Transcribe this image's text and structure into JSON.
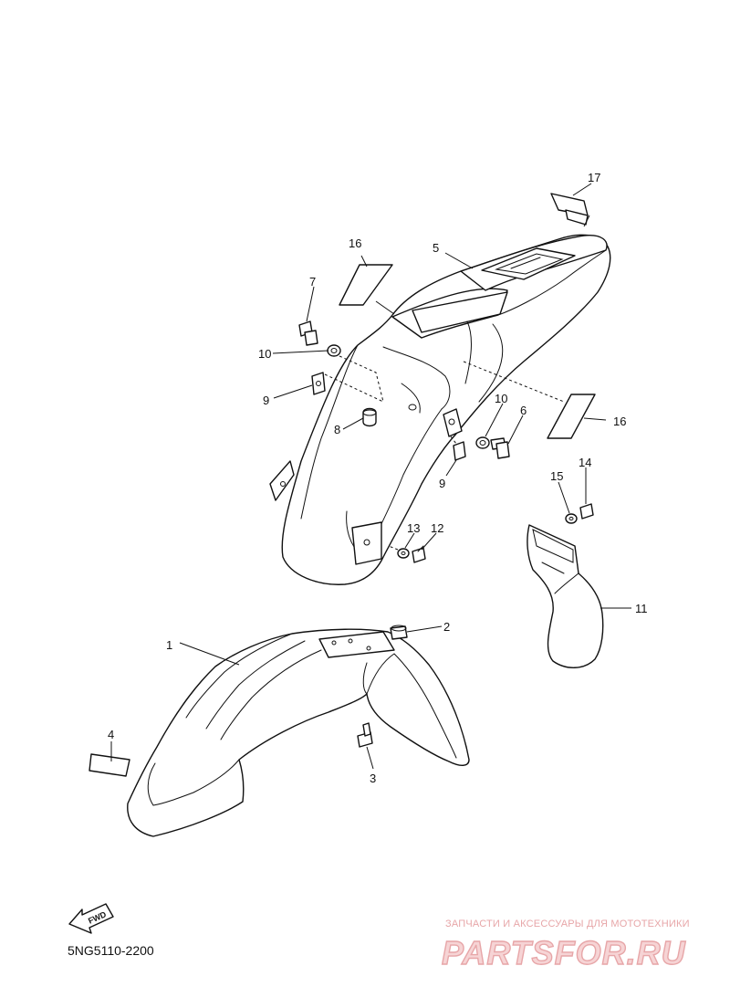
{
  "callouts": {
    "c1": "1",
    "c2": "2",
    "c3": "3",
    "c4": "4",
    "c5": "5",
    "c6": "6",
    "c7": "7",
    "c8": "8",
    "c9a": "9",
    "c9b": "9",
    "c10a": "10",
    "c10b": "10",
    "c11": "11",
    "c12": "12",
    "c13": "13",
    "c14": "14",
    "c15": "15",
    "c16a": "16",
    "c16b": "16",
    "c17": "17"
  },
  "fwd_label": "FWD",
  "catalog_number": "5NG5110-2200",
  "watermark": {
    "tagline": "ЗАПЧАСТИ И АКСЕССУАРЫ ДЛЯ МОТОТЕХНИКИ",
    "logo": "PARTSFOR.RU",
    "color": "#e7a6a8"
  }
}
